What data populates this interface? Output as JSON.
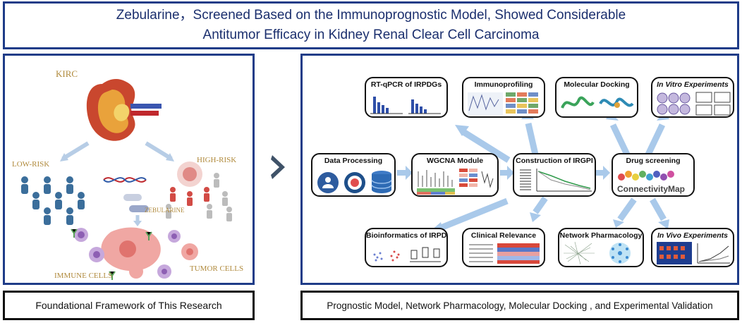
{
  "title": {
    "line1": "Zebularine，Screened Based on the Immunoprognostic Model, Showed Considerable",
    "line2": "Antitumor Efficacy in Kidney Renal Clear Cell Carcinoma"
  },
  "left_panel": {
    "organ_label": "KIRC",
    "low_risk_label": "LOW-RISK",
    "high_risk_label": "HIGH-RISK",
    "drug_label": "ZEBULARINE",
    "tumor_label": "TUMOR CELLS",
    "immune_label": "IMMUNE CELLS",
    "caption": "Foundational Framework of This Research"
  },
  "right_panel": {
    "caption": "Prognostic Model, Network Pharmacology, Molecular Docking , and Experimental Validation",
    "cards": {
      "rtqpcr": "RT-qPCR of IRPDGs",
      "immunoprofiling": "Immunoprofiling",
      "docking": "Molecular Docking",
      "invitro": "In Vitro Experiments",
      "data_processing": "Data Processing",
      "wgcna": "WGCNA Module",
      "irgpi": "Construction of IRGPI",
      "drug_screening": "Drug screening",
      "bioinformatics": "Bioinformatics of IRPDGs",
      "clinical": "Clinical Relevance",
      "network": "Network Pharmacology",
      "invivo": "In Vivo Experiments"
    },
    "cmap_logo": "ConnectivityMap"
  },
  "colors": {
    "border_blue": "#1f3c88",
    "arrow_blue": "#a9c9ea",
    "title_text": "#1b2f6e",
    "chevron": "#3f5268"
  }
}
